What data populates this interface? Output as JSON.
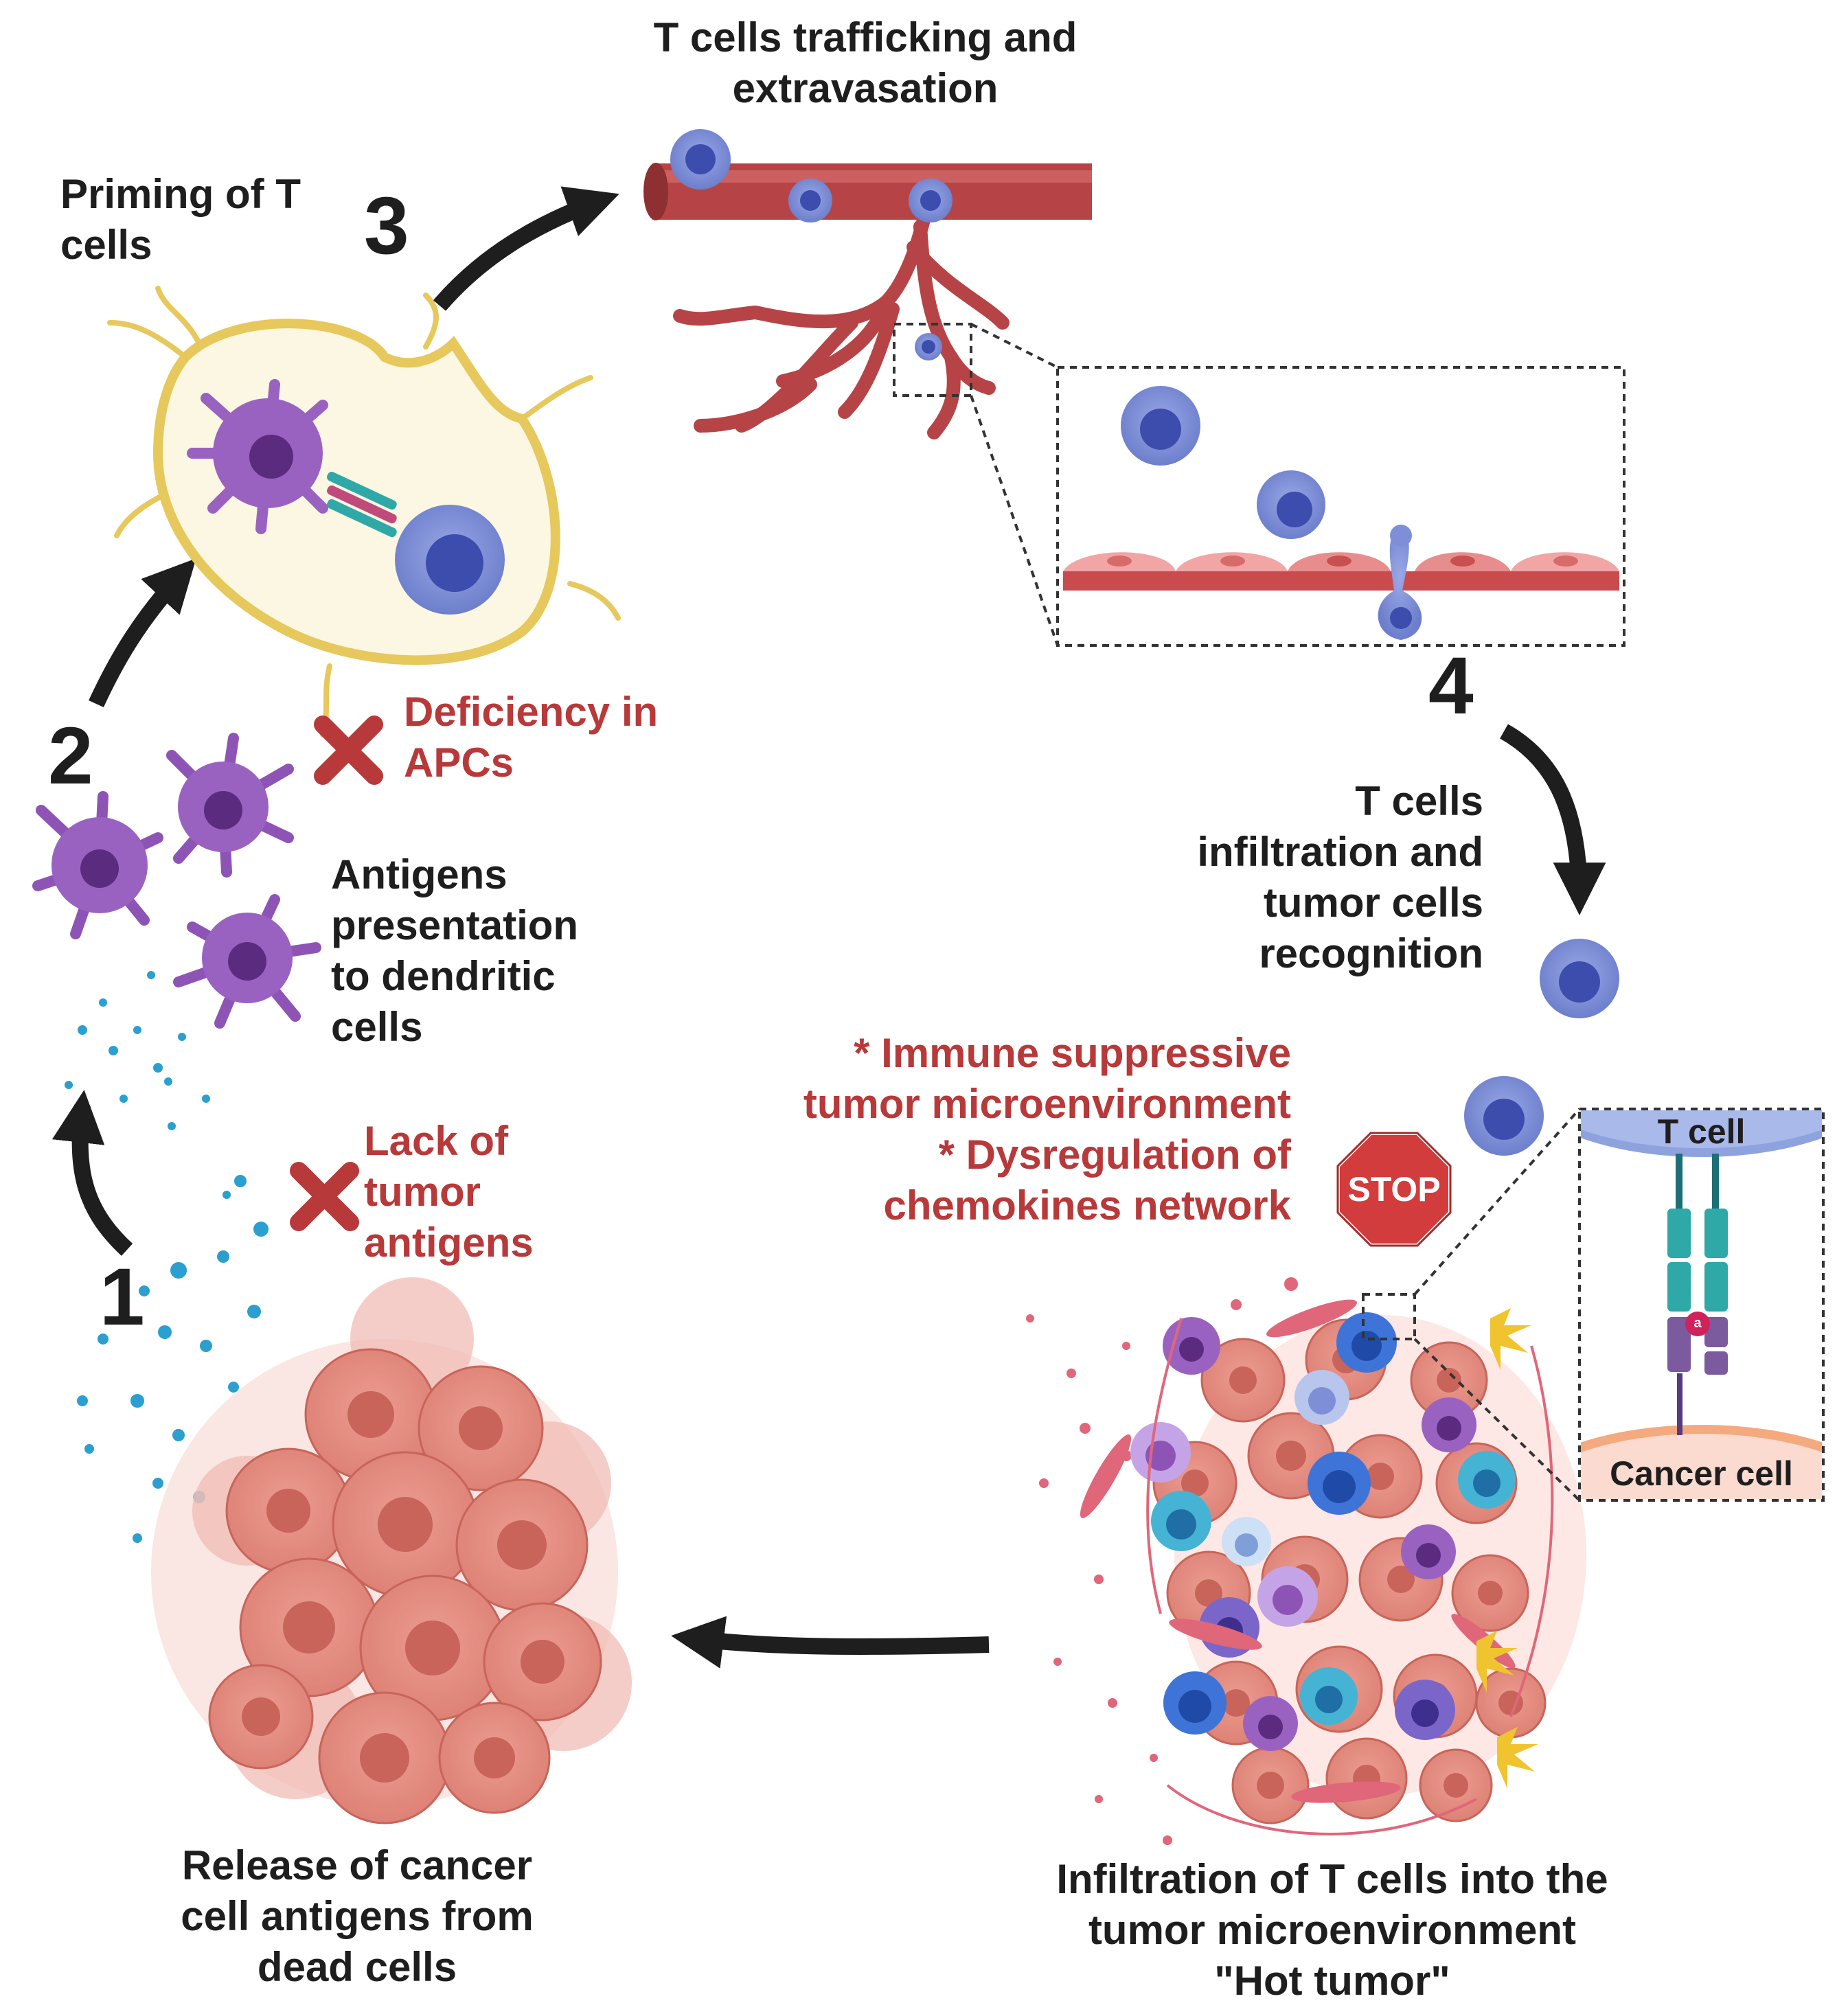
{
  "steps": {
    "one": "1",
    "two": "2",
    "three": "3",
    "four": "4"
  },
  "labels": {
    "trafficking": [
      "T cells trafficking and",
      "extravasation"
    ],
    "priming": [
      "Priming of T",
      "cells"
    ],
    "deficiency": [
      "Deficiency in",
      "APCs"
    ],
    "antigens_presentation": [
      "Antigens",
      "presentation",
      "to dendritic",
      "cells"
    ],
    "lack_antigens": [
      "Lack of",
      "tumor",
      "antigens"
    ],
    "release": [
      "Release of cancer",
      "cell antigens from",
      "dead cells"
    ],
    "infiltration_recognition": [
      "T cells",
      "infiltration and",
      "tumor cells",
      "recognition"
    ],
    "suppressive": [
      "* Immune suppressive",
      "tumor microenvironment",
      "* Dysregulation of",
      "chemokines network"
    ],
    "hot_tumor": [
      "Infiltration of T cells into the",
      "tumor microenvironment",
      "\"Hot tumor\""
    ]
  },
  "inset": {
    "t_cell": "T cell",
    "cancer_cell": "Cancer cell",
    "antigen_mark": "a"
  },
  "stop_sign": "STOP",
  "colors": {
    "text": "#1e1e1e",
    "barrier_red": "#b8393a",
    "vessel": "#b64446",
    "t_cell": "#7e8fd8",
    "t_cell_nucleus": "#3c4dad",
    "dendritic": "#8e54b5",
    "tumor": "#e1857a",
    "antigen_dots": "#2a9fd0"
  }
}
